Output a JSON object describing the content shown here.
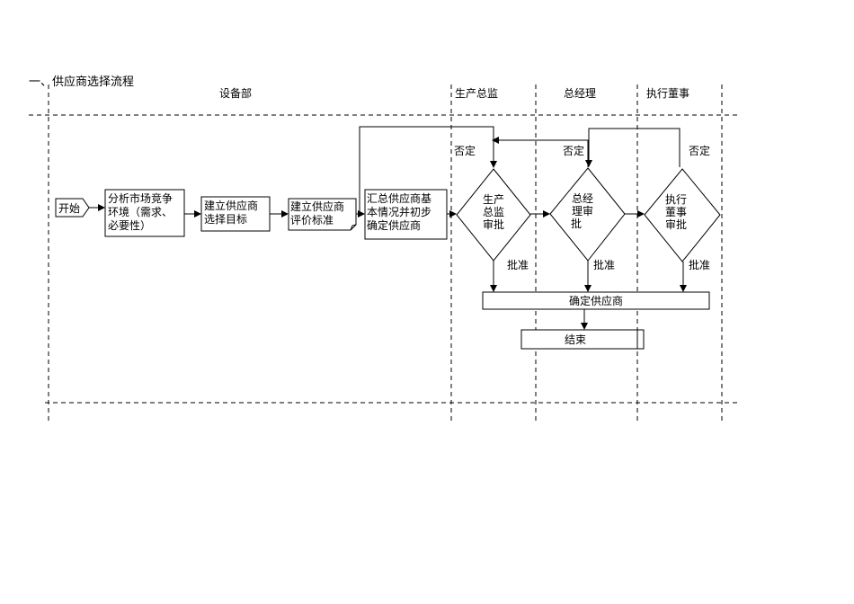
{
  "title": "一、供应商选择流程",
  "lanes": {
    "equipment": "设备部",
    "production": "生产总监",
    "gm": "总经理",
    "exec": "执行董事"
  },
  "nodes": {
    "start": "开始",
    "analyze": [
      "分析市场竞争",
      "环境（需求、",
      "必要性）"
    ],
    "target": [
      "建立供应商",
      "选择目标"
    ],
    "criteria": [
      "建立供应商",
      "评价标准"
    ],
    "summary": [
      "汇总供应商基",
      "本情况并初步",
      "确定供应商"
    ],
    "prod_review": [
      "生产",
      "总监",
      "审批"
    ],
    "gm_review": [
      "总经",
      "理审",
      "批"
    ],
    "exec_review": [
      "执行",
      "董事",
      "审批"
    ],
    "confirm": "确定供应商",
    "end": "结束"
  },
  "edge_labels": {
    "reject": "否定",
    "approve": "批准"
  }
}
